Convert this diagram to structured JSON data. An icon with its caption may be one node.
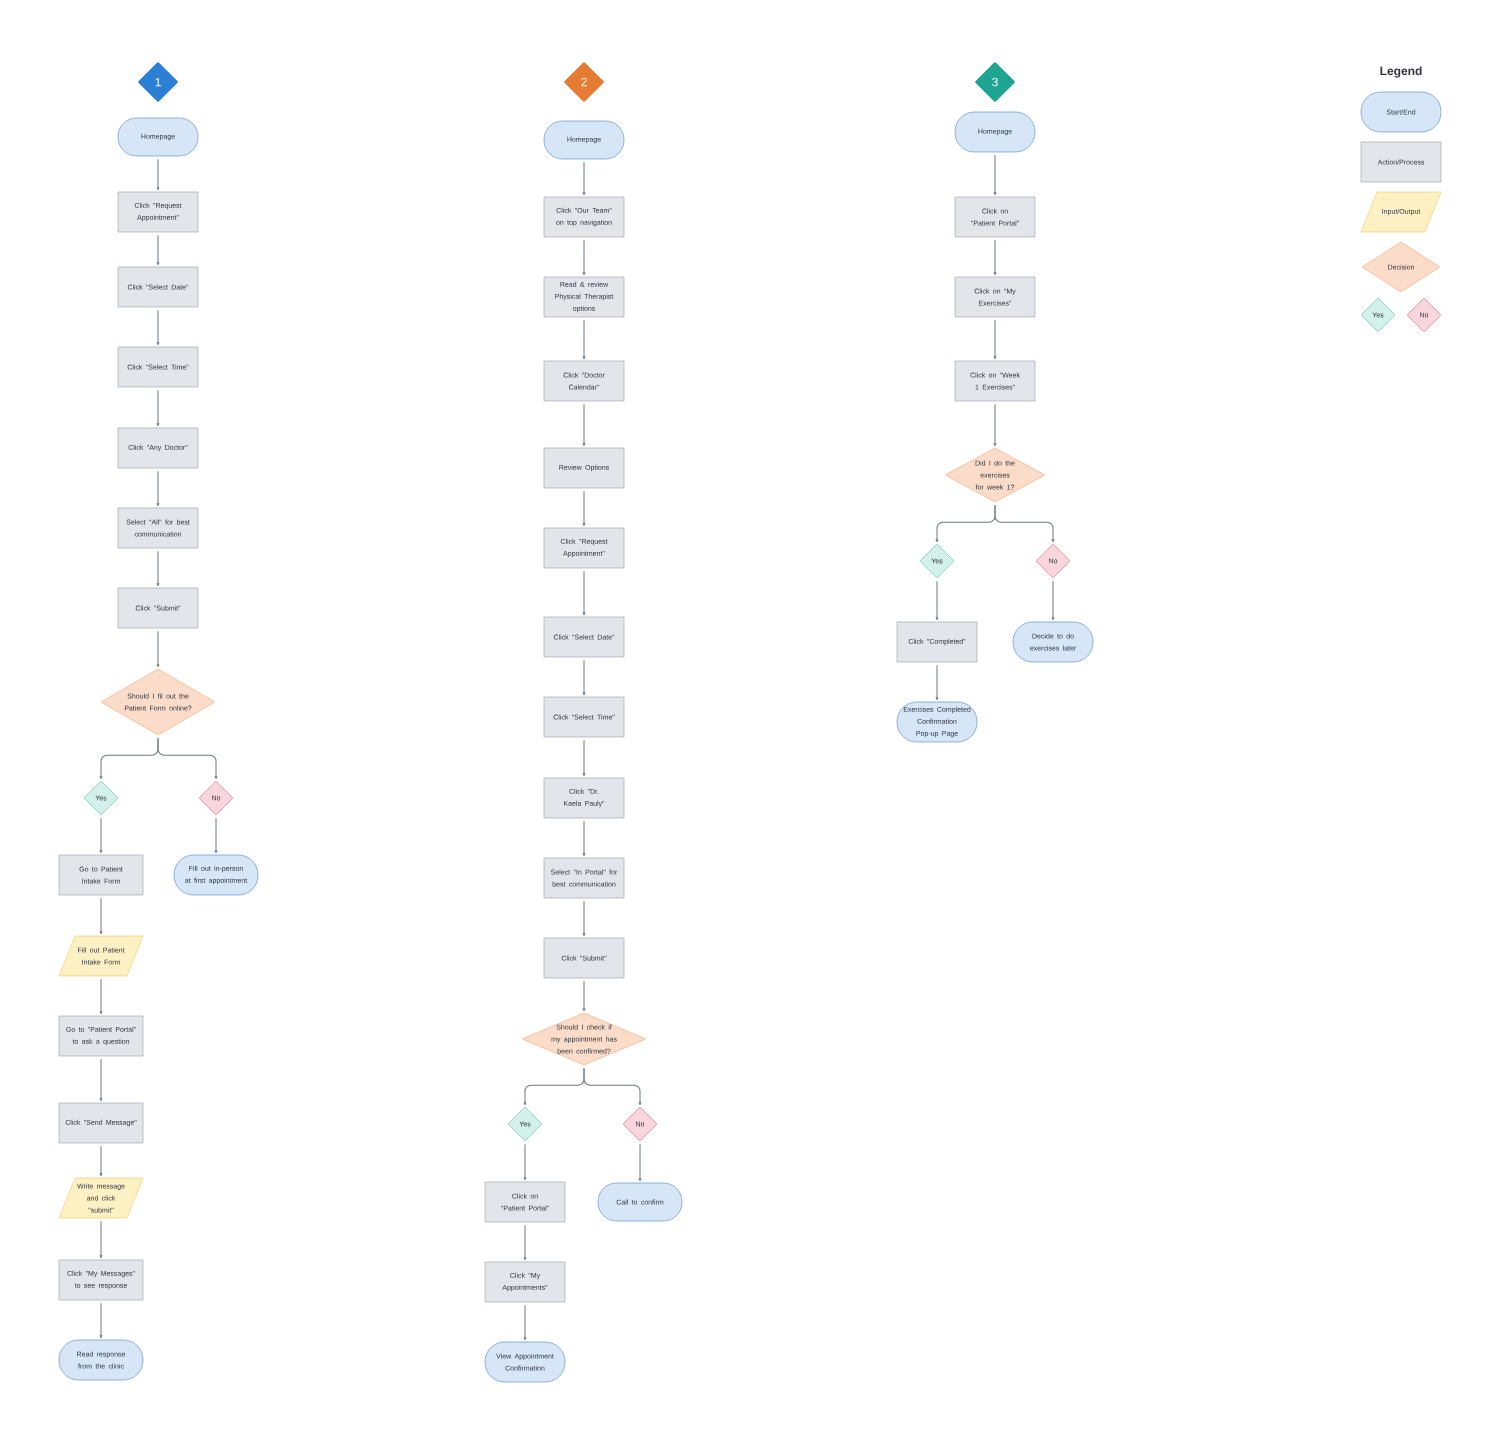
{
  "diagram": {
    "nodes": [
      {
        "text": [
          "1"
        ]
      },
      {
        "text": [
          "Homepage"
        ]
      },
      {
        "text": [
          "Click \"Request Appointment\""
        ]
      },
      {
        "text": [
          "Click \"Select Date\""
        ]
      },
      {
        "text": [
          "Click \"Select Time\""
        ]
      },
      {
        "text": [
          "Click \"Any Doctor\""
        ]
      },
      {
        "text": [
          "Select \"All\" for best communication"
        ]
      },
      {
        "text": [
          "Click \"Submit\""
        ]
      },
      {
        "text": [
          "Should I fil out the Patient Form online?"
        ]
      },
      {
        "text": [
          "Yes"
        ]
      },
      {
        "text": [
          "No"
        ]
      },
      {
        "text": [
          "Go to Patient Intake Form"
        ]
      },
      {
        "text": [
          "Fill out in-person at first appointment"
        ]
      },
      {
        "text": [
          "Fill out Patient Intake Form"
        ]
      },
      {
        "text": [
          "Go to \"Patient Portal\" to ask a question"
        ]
      },
      {
        "text": [
          "Click \"Send Message\""
        ]
      },
      {
        "text": [
          "Write message and click \"submit\""
        ]
      },
      {
        "text": [
          "Click \"My Messages\" to see response"
        ]
      },
      {
        "text": [
          "Read response from the clinic"
        ]
      },
      {
        "text": [
          "2"
        ]
      },
      {
        "text": [
          "Homepage"
        ]
      },
      {
        "text": [
          "Click \"Our Team\" on top navigation"
        ]
      },
      {
        "text": [
          "Read & review Physical Therapist options"
        ]
      },
      {
        "text": [
          "Click \"Doctor Calendar\""
        ]
      },
      {
        "text": [
          "Review Options"
        ]
      },
      {
        "text": [
          "Click \"Request Appointment\""
        ]
      },
      {
        "text": [
          "Click \"Select Date\""
        ]
      },
      {
        "text": [
          "Click \"Select Time\""
        ]
      },
      {
        "text": [
          "Click \"Dr. Kaela Pauly\""
        ]
      },
      {
        "text": [
          "Select \"In Portal\" for best communication"
        ]
      },
      {
        "text": [
          "Click \"Submit\""
        ]
      },
      {
        "text": [
          "Should I check if my appointment has been confirmed?"
        ]
      },
      {
        "text": [
          "Yes"
        ]
      },
      {
        "text": [
          "No"
        ]
      },
      {
        "text": [
          "Click on \"Patient Portal\""
        ]
      },
      {
        "text": [
          "Call to confirm"
        ]
      },
      {
        "text": [
          "Click \"My Appointments\""
        ]
      },
      {
        "text": [
          "View Appointment Confirmation"
        ]
      },
      {
        "text": [
          "3"
        ]
      },
      {
        "text": [
          "Homepage"
        ]
      },
      {
        "text": [
          "Click on \"Patient Portal\""
        ]
      },
      {
        "text": [
          "Click on \"My Exercises\""
        ]
      },
      {
        "text": [
          "Click on \"Week 1 Exercises\""
        ]
      },
      {
        "text": [
          "Did I do the exercises for week 1?"
        ]
      },
      {
        "text": [
          "Yes"
        ]
      },
      {
        "text": [
          "No"
        ]
      },
      {
        "text": [
          "Click \"Completed\""
        ]
      },
      {
        "text": [
          "Decide to do exercises later"
        ]
      },
      {
        "text": [
          "Exercises Completed Confirmation Pop-up Page"
        ]
      }
    ],
    "edges": [
      {
        "from": 1,
        "to": 2,
        "arrow": "to"
      },
      {
        "from": 2,
        "to": 3,
        "arrow": "to"
      },
      {
        "from": 3,
        "to": 4,
        "arrow": "to"
      },
      {
        "from": 4,
        "to": 5,
        "arrow": "to"
      },
      {
        "from": 5,
        "to": 6,
        "arrow": "to"
      },
      {
        "from": 6,
        "to": 7,
        "arrow": "to"
      },
      {
        "from": 7,
        "to": 8,
        "arrow": "to"
      },
      {
        "from": 8,
        "to": 9,
        "arrow": "to"
      },
      {
        "from": 8,
        "to": 10,
        "arrow": "to"
      },
      {
        "from": 9,
        "to": 11,
        "arrow": "to"
      },
      {
        "from": 10,
        "to": 12,
        "arrow": "to"
      },
      {
        "from": 11,
        "to": 13,
        "arrow": "to"
      },
      {
        "from": 13,
        "to": 14,
        "arrow": "to"
      },
      {
        "from": 14,
        "to": 15,
        "arrow": "to"
      },
      {
        "from": 15,
        "to": 16,
        "arrow": "to"
      },
      {
        "from": 16,
        "to": 17,
        "arrow": "to"
      },
      {
        "from": 17,
        "to": 18,
        "arrow": "to"
      },
      {
        "from": 20,
        "to": 21,
        "arrow": "to"
      },
      {
        "from": 21,
        "to": 22,
        "arrow": "to"
      },
      {
        "from": 22,
        "to": 23,
        "arrow": "to"
      },
      {
        "from": 23,
        "to": 24,
        "arrow": "to"
      },
      {
        "from": 24,
        "to": 25,
        "arrow": "to"
      },
      {
        "from": 25,
        "to": 26,
        "arrow": "to"
      },
      {
        "from": 26,
        "to": 27,
        "arrow": "to"
      },
      {
        "from": 27,
        "to": 28,
        "arrow": "to"
      },
      {
        "from": 28,
        "to": 29,
        "arrow": "to"
      },
      {
        "from": 29,
        "to": 30,
        "arrow": "to"
      },
      {
        "from": 30,
        "to": 31,
        "arrow": "to"
      },
      {
        "from": 31,
        "to": 32,
        "arrow": "to"
      },
      {
        "from": 31,
        "to": 33,
        "arrow": "to"
      },
      {
        "from": 32,
        "to": 34,
        "arrow": "to"
      },
      {
        "from": 33,
        "to": 35,
        "arrow": "to"
      },
      {
        "from": 34,
        "to": 36,
        "arrow": "to"
      },
      {
        "from": 36,
        "to": 37,
        "arrow": "to"
      },
      {
        "from": 39,
        "to": 40,
        "arrow": "to"
      },
      {
        "from": 40,
        "to": 41,
        "arrow": "to"
      },
      {
        "from": 41,
        "to": 42,
        "arrow": "to"
      },
      {
        "from": 42,
        "to": 43,
        "arrow": "to"
      },
      {
        "from": 43,
        "to": 44,
        "arrow": "to"
      },
      {
        "from": 43,
        "to": 45,
        "arrow": "to"
      },
      {
        "from": 44,
        "to": 46,
        "arrow": "to"
      },
      {
        "from": 45,
        "to": 47,
        "arrow": "to"
      },
      {
        "from": 46,
        "to": 48,
        "arrow": "to"
      }
    ],
    "labels": [
      "Legend"
    ],
    "legend": [
      {
        "text": "Start/End"
      },
      {
        "text": "Action/Process"
      },
      {
        "text": "Input/Output"
      },
      {
        "text": "Decision"
      },
      {
        "text": "Yes"
      },
      {
        "text": "No"
      }
    ]
  }
}
